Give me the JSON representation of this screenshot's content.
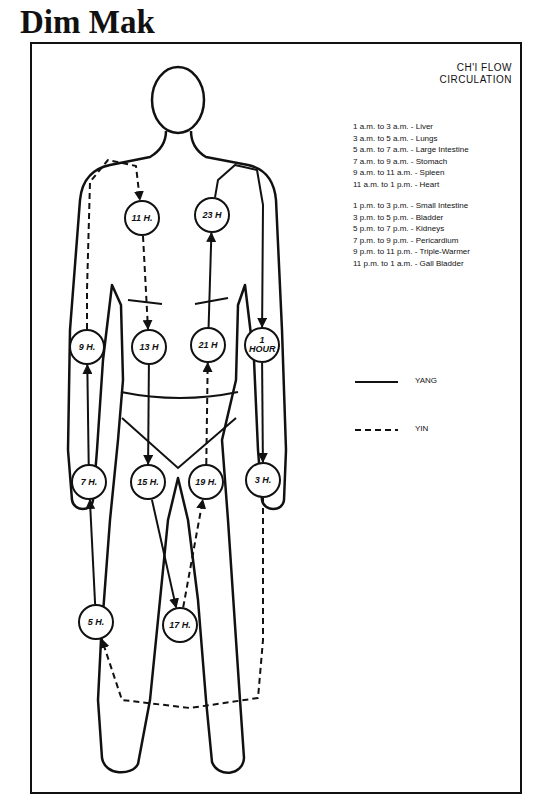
{
  "diagram": {
    "title": "Dim Mak",
    "nodes": [
      {
        "text": [
          "11 H."
        ]
      },
      {
        "text": [
          "23 H"
        ]
      },
      {
        "text": [
          "9 H."
        ]
      },
      {
        "text": [
          "13 H"
        ]
      },
      {
        "text": [
          "21 H"
        ]
      },
      {
        "text": [
          "1 HOUR"
        ]
      },
      {
        "text": [
          "7 H."
        ]
      },
      {
        "text": [
          "15 H."
        ]
      },
      {
        "text": [
          "19 H."
        ]
      },
      {
        "text": [
          "3 H."
        ]
      },
      {
        "text": [
          "5 H."
        ]
      },
      {
        "text": [
          "17 H."
        ]
      }
    ],
    "edges": [
      {
        "from": 5,
        "to": 9,
        "arrow": "to"
      },
      {
        "from": 9,
        "to": 10,
        "arrow": "to"
      },
      {
        "from": 10,
        "to": 6,
        "arrow": "to"
      },
      {
        "from": 6,
        "to": 2,
        "arrow": "to"
      },
      {
        "from": 2,
        "to": 0,
        "arrow": "to"
      },
      {
        "from": 0,
        "to": 3,
        "arrow": "to"
      },
      {
        "from": 3,
        "to": 7,
        "arrow": "to"
      },
      {
        "from": 7,
        "to": 11,
        "arrow": "to"
      },
      {
        "from": 11,
        "to": 8,
        "arrow": "to"
      },
      {
        "from": 8,
        "to": 4,
        "arrow": "to"
      },
      {
        "from": 4,
        "to": 1,
        "arrow": "to"
      },
      {
        "from": 1,
        "to": 5,
        "arrow": "to"
      }
    ],
    "labels": [
      "CH'I FLOW CIRCULATION",
      "1 a.m. to 3 a.m. - Liver",
      "3 a.m. to 5 a.m. - Lungs",
      "5 a.m. to 7 a.m. - Large Intestine",
      "7 a.m. to 9 a.m. - Stomach",
      "9 a.m. to 11 a.m. - Spleen",
      "11 a.m. to 1 p.m. - Heart",
      "1 p.m. to 3 p.m. - Small Intestine",
      "3 p.m. to 5 p.m. - Bladder",
      "5 p.m. to 7 p.m. - Kidneys",
      "7 p.m. to 9 p.m. - Pericardium",
      "9 p.m. to 11 p.m. - Triple-Warmer",
      "11 p.m. to 1 a.m. - Gall Bladder"
    ],
    "legend": [
      {
        "text": "YANG"
      },
      {
        "text": "YIN"
      }
    ]
  }
}
